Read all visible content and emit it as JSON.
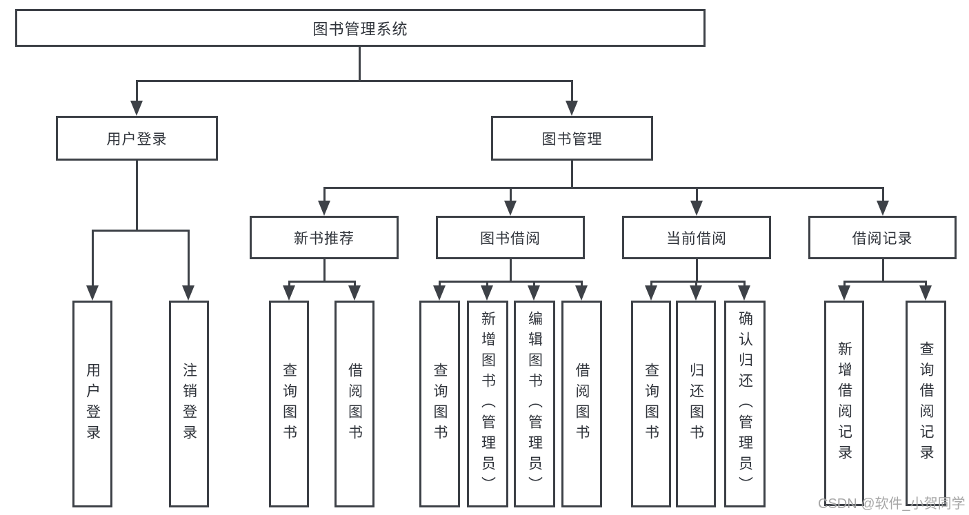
{
  "colors": {
    "line": "#3d4147",
    "box_border": "#3d4147",
    "text": "#2f333a",
    "watermark": "#9d9d9d",
    "background": "#ffffff"
  },
  "watermark": {
    "text": "CSDN @软件_小贺同学"
  },
  "diagram": {
    "root": {
      "label": "图书管理系统"
    },
    "branches": [
      {
        "label": "用户登录",
        "children": [
          {
            "label": "用户登录"
          },
          {
            "label": "注销登录"
          }
        ]
      },
      {
        "label": "图书管理",
        "children": [
          {
            "label": "新书推荐",
            "children": [
              {
                "label": "查询图书"
              },
              {
                "label": "借阅图书"
              }
            ]
          },
          {
            "label": "图书借阅",
            "children": [
              {
                "label": "查询图书"
              },
              {
                "label": "新增图书（管理员）"
              },
              {
                "label": "编辑图书（管理员）"
              },
              {
                "label": "借阅图书"
              }
            ]
          },
          {
            "label": "当前借阅",
            "children": [
              {
                "label": "查询图书"
              },
              {
                "label": "归还图书"
              },
              {
                "label": "确认归还（管理员）"
              }
            ]
          },
          {
            "label": "借阅记录",
            "children": [
              {
                "label": "新增借阅记录"
              },
              {
                "label": "查询借阅记录"
              }
            ]
          }
        ]
      }
    ]
  }
}
